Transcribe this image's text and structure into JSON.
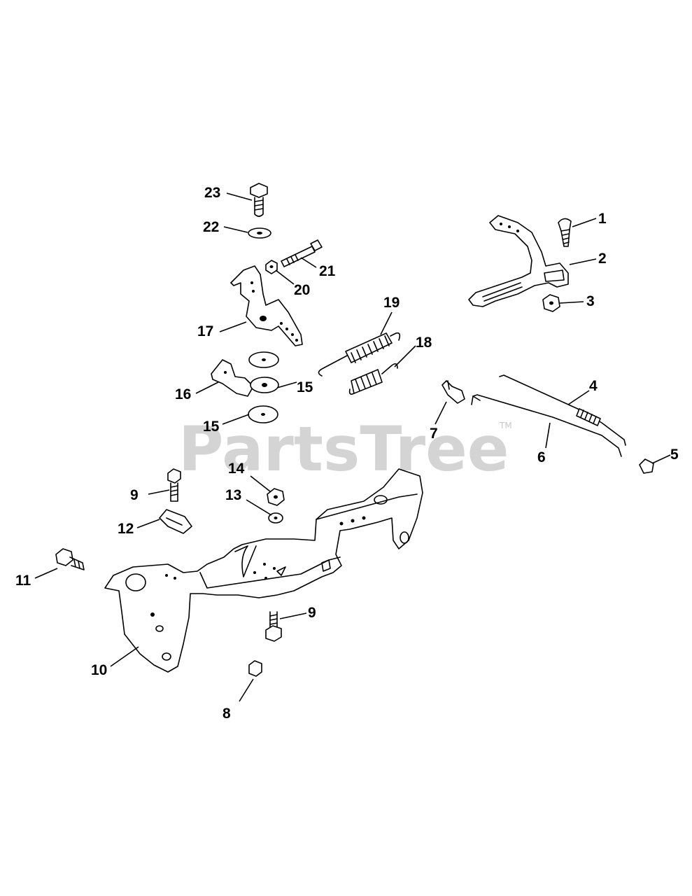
{
  "watermark": {
    "text": "PartsTree",
    "trademark": "TM"
  },
  "callouts": {
    "c1": "1",
    "c2": "2",
    "c3": "3",
    "c4": "4",
    "c5": "5",
    "c6": "6",
    "c7": "7",
    "c8": "8",
    "c9a": "9",
    "c9b": "9",
    "c10": "10",
    "c11": "11",
    "c12": "12",
    "c13": "13",
    "c14": "14",
    "c15a": "15",
    "c15b": "15",
    "c16": "16",
    "c17": "17",
    "c18": "18",
    "c19": "19",
    "c20": "20",
    "c21": "21",
    "c22": "22",
    "c23": "23"
  }
}
